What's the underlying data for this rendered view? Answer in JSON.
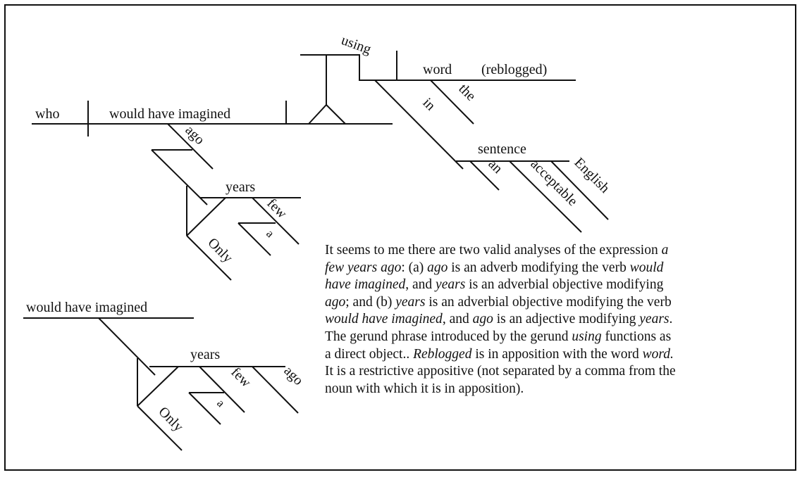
{
  "diagram_top": {
    "subject": "who",
    "verb": "would have imagined",
    "ago": "ago",
    "years": "years",
    "few": "few",
    "a": "a",
    "only": "Only",
    "using": "using",
    "object": "word",
    "appositive": "(reblogged)",
    "the": "the",
    "in": "in",
    "sentence": "sentence",
    "an": "an",
    "acceptable": "acceptable",
    "english": "English"
  },
  "diagram_bottom": {
    "verb": "would have imagined",
    "years": "years",
    "few": "few",
    "a": "a",
    "ago": "ago",
    "only": "Only"
  },
  "explanation": [
    [
      {
        "t": "It seems to me there are two valid analyses of the expression "
      },
      {
        "t": "a",
        "i": true
      }
    ],
    [
      {
        "t": "few years ago",
        "i": true
      },
      {
        "t": ": (a) "
      },
      {
        "t": "ago",
        "i": true
      },
      {
        "t": " is an adverb modifying the verb "
      },
      {
        "t": "would",
        "i": true
      }
    ],
    [
      {
        "t": "have imagined",
        "i": true
      },
      {
        "t": ", and "
      },
      {
        "t": "years",
        "i": true
      },
      {
        "t": " is an adverbial objective modifying"
      }
    ],
    [
      {
        "t": "ago",
        "i": true
      },
      {
        "t": "; and (b) "
      },
      {
        "t": "years",
        "i": true
      },
      {
        "t": " is an adverbial objective modifying the verb"
      }
    ],
    [
      {
        "t": "would have imagined",
        "i": true
      },
      {
        "t": ", and "
      },
      {
        "t": "ago",
        "i": true
      },
      {
        "t": " is an adjective modifying "
      },
      {
        "t": "years",
        "i": true
      },
      {
        "t": "."
      }
    ],
    [
      {
        "t": "The gerund phrase introduced by the gerund "
      },
      {
        "t": "using",
        "i": true
      },
      {
        "t": " functions as"
      }
    ],
    [
      {
        "t": "a direct object.. "
      },
      {
        "t": "Reblogged",
        "i": true
      },
      {
        "t": " is in apposition with the word "
      },
      {
        "t": "word.",
        "i": true
      }
    ],
    [
      {
        "t": "It is a restrictive appositive (not separated by a comma from the"
      }
    ],
    [
      {
        "t": "noun with which it is in apposition)."
      }
    ]
  ]
}
